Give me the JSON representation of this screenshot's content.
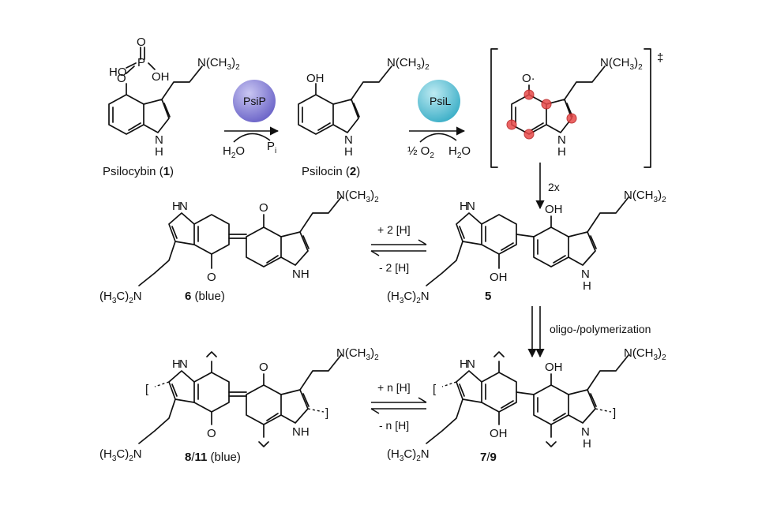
{
  "enzymes": {
    "psip": {
      "label": "PsiP",
      "color_top": "#c9c6f2",
      "color_bottom": "#6d66c9"
    },
    "psil": {
      "label": "PsiL",
      "color_top": "#bdeaf2",
      "color_bottom": "#3fb0c8"
    }
  },
  "compounds": {
    "psilocybin": {
      "name": "Psilocybin (",
      "number": "1",
      "close": ")"
    },
    "psilocin": {
      "name": "Psilocin (",
      "number": "2",
      "close": ")"
    },
    "c6": {
      "number": "6",
      "suffix": " (blue)"
    },
    "c5": {
      "number": "5"
    },
    "c811": {
      "number_a": "8",
      "slash": "/",
      "number_b": "11",
      "suffix": " (blue)"
    },
    "c79": {
      "number_a": "7",
      "slash": "/",
      "number_b": "9"
    }
  },
  "groups": {
    "nme2": "N(CH",
    "nme2_sub": "3",
    "nme2_close": ")",
    "nme2_sub2": "2",
    "h3c2n_open": "(H",
    "h3c2n_sub": "3",
    "h3c2n_mid": "C)",
    "h3c2n_sub2": "2",
    "h3c2n_end": "N",
    "oh": "OH",
    "ho": "HO",
    "o": "O",
    "p": "P",
    "h": "H",
    "nh": "NH",
    "n": "N",
    "o_radical": "O·"
  },
  "reagents": {
    "h2o_a": "H",
    "h2o_sub": "2",
    "h2o_b": "O",
    "pi_a": "P",
    "pi_sub": "i",
    "half_o2": "½ O",
    "half_o2_sub": "2",
    "two_x": "2x",
    "double_dagger": "‡"
  },
  "conditions": {
    "plus_2h": "+ 2 [H]",
    "minus_2h": "- 2 [H]",
    "plus_nh": "+ n [H]",
    "minus_nh": "- n [H]",
    "oligo": "oligo-/polymerization"
  }
}
